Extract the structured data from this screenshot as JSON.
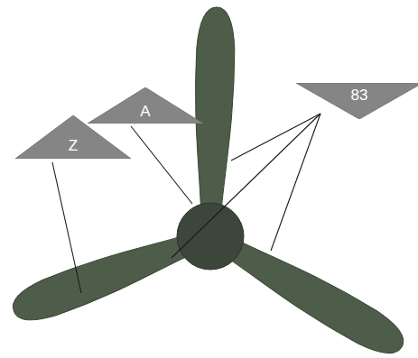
{
  "diagram": {
    "nodes": [
      {
        "text": [
          "Z"
        ]
      },
      {
        "text": [
          "A"
        ]
      },
      {
        "text": [
          "83"
        ]
      }
    ]
  }
}
